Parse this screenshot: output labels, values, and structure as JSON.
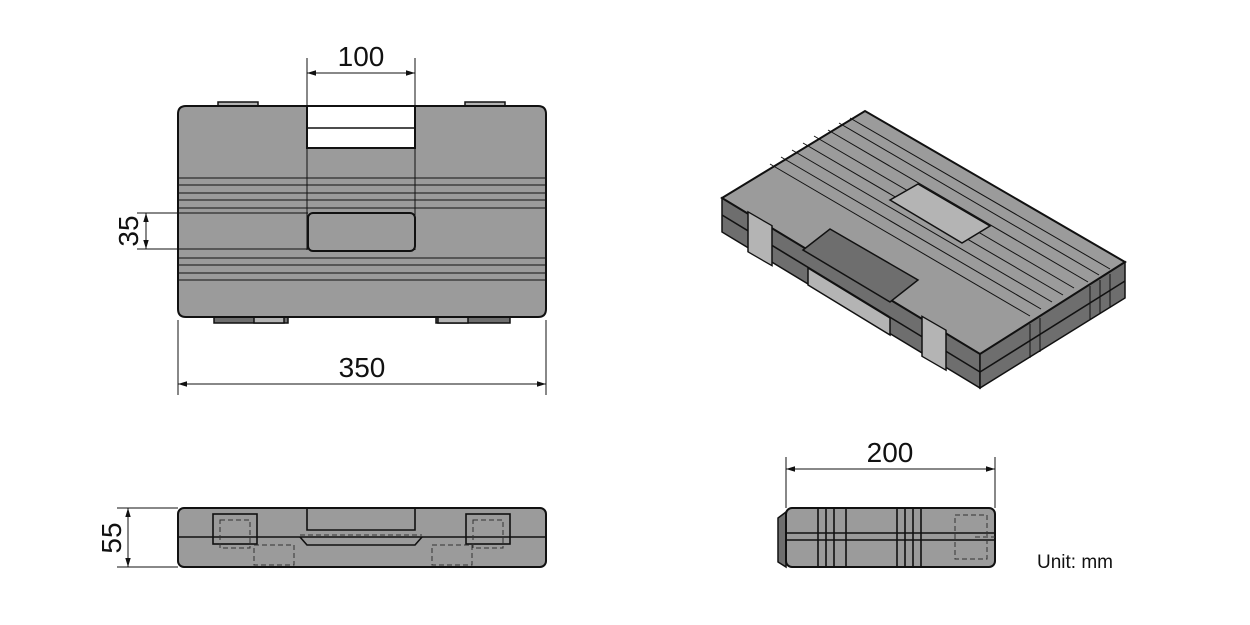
{
  "dimensions": {
    "width": "350",
    "handle": "100",
    "depth": "200",
    "height": "55",
    "lid_recess": "35"
  },
  "unit_note": "Unit: mm",
  "colors": {
    "case_body": "#9b9b9b",
    "case_shadow": "#6e6e6e",
    "case_highlight": "#b4b4b4",
    "line": "#111111"
  },
  "views": [
    "top-view",
    "isometric-view",
    "front-view",
    "side-view"
  ]
}
